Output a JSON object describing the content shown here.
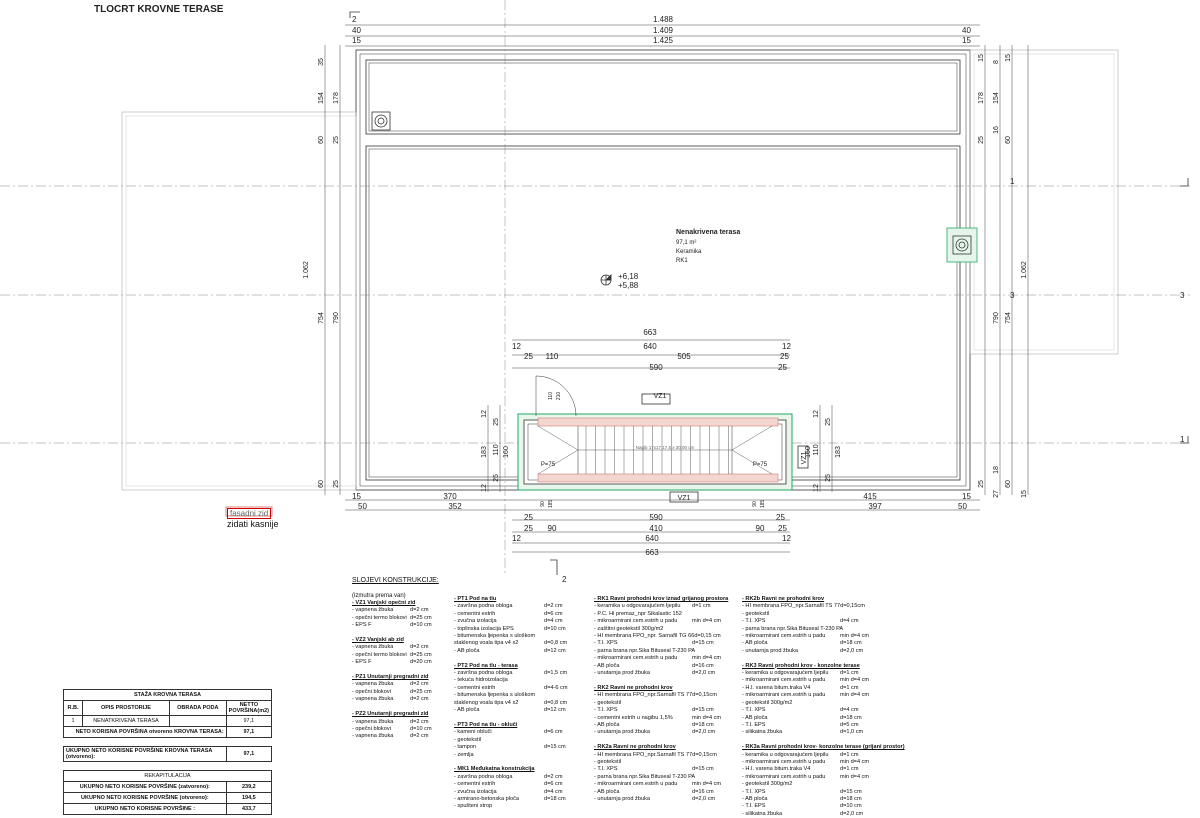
{
  "drawing_title": "TLOCRT KROVNE TERASE",
  "terrace_label": {
    "name": "Nenakrivena terasa",
    "area": "97,1 m²",
    "finish": "Keramika",
    "code": "RK1"
  },
  "elevations": [
    "+6,18",
    "+5,88"
  ],
  "openings": {
    "vz1_top": "VZ1",
    "vz1_bottom": "VZ1",
    "vz1_right": "VZ1",
    "p_left": "P=75",
    "p_right": "P=75",
    "stair_note": "Nagib 17x17\n17,5 x 30,00 cm"
  },
  "note": {
    "boxed": "fasadni zid",
    "text": "zidati kasnije"
  },
  "section_marks": [
    "1",
    "1",
    "2",
    "2",
    "3",
    "3"
  ],
  "dims_top": [
    "1.488",
    "1.409",
    "1.425",
    "40",
    "40",
    "15",
    "15"
  ],
  "dims_left": [
    "35",
    "154",
    "178",
    "60",
    "25",
    "1.062",
    "754",
    "790",
    "60",
    "25"
  ],
  "dims_right": [
    "15",
    "178",
    "154",
    "8",
    "15",
    "25",
    "16",
    "60",
    "1.062",
    "790",
    "754",
    "25",
    "18",
    "60",
    "27",
    "15"
  ],
  "dims_stair_top": [
    "663",
    "640",
    "12",
    "12",
    "25",
    "110",
    "505",
    "25",
    "590",
    "25"
  ],
  "dims_stair_bottom": [
    "25",
    "590",
    "25",
    "25",
    "90",
    "410",
    "90",
    "25",
    "12",
    "640",
    "12",
    "663"
  ],
  "dims_bottom": [
    "15",
    "370",
    "50",
    "352",
    "415",
    "15",
    "397",
    "50"
  ],
  "dims_stair_left": [
    "12",
    "25",
    "110",
    "183",
    "160",
    "25",
    "12"
  ],
  "dims_stair_right": [
    "12",
    "25",
    "110",
    "160",
    "183",
    "25",
    "12"
  ],
  "dims_small": [
    "110",
    "210",
    "90",
    "185",
    "90",
    "185"
  ],
  "layers": {
    "title": "SLOJEVI KONSTRUKCIJE:",
    "subtitle": "(izmutra prema van)",
    "columns": [
      [
        {
          "h": true,
          "n": "- VZ1 Vanjski opečni zid",
          "t": ""
        },
        {
          "n": "- vapnena žbuka",
          "t": "d=2 cm"
        },
        {
          "n": "- opečni termo blokovi",
          "t": "d=25 cm"
        },
        {
          "n": "- EPS F",
          "t": "d=10 cm"
        },
        {
          "n": "",
          "t": ""
        },
        {
          "h": true,
          "n": "- VZ2 Vanjski ab zid",
          "t": ""
        },
        {
          "n": "- vapnena žbuka",
          "t": "d=2 cm"
        },
        {
          "n": "- opečni termo blokovi",
          "t": "d=25 cm"
        },
        {
          "n": "- EPS F",
          "t": "d=20 cm"
        },
        {
          "n": "",
          "t": ""
        },
        {
          "h": true,
          "n": "- PZ1 Unutarnji pregradni zid",
          "t": ""
        },
        {
          "n": "- vapnena žbuka",
          "t": "d=2 cm"
        },
        {
          "n": "- opečni blokovi",
          "t": "d=25 cm"
        },
        {
          "n": "- vapnena žbuka",
          "t": "d=2 cm"
        },
        {
          "n": "",
          "t": ""
        },
        {
          "h": true,
          "n": "- PZ2 Unutarnji pregradni zid",
          "t": ""
        },
        {
          "n": "- vapnena žbuka",
          "t": "d=2 cm"
        },
        {
          "n": "- opečni blokovi",
          "t": "d=10 cm"
        },
        {
          "n": "- vapnena žbuka",
          "t": "d=2 cm"
        }
      ],
      [
        {
          "h": true,
          "n": "- PT1 Pod na tlu",
          "t": ""
        },
        {
          "n": "- završna podna obloga",
          "t": "d=2 cm"
        },
        {
          "n": "- cementni estrih",
          "t": "d=6 cm"
        },
        {
          "n": "- zvučna izolacija",
          "t": "d=4 cm"
        },
        {
          "n": "- toplinska izolacija EPS",
          "t": "d=10 cm"
        },
        {
          "n": "- bitumenska ljepenka s uloškom",
          "t": ""
        },
        {
          "n": "  staklenog voala tipa v4 x2",
          "t": "d=0,8 cm"
        },
        {
          "n": "- AB ploča",
          "t": "d=12 cm"
        },
        {
          "n": "",
          "t": ""
        },
        {
          "h": true,
          "n": "- PT2 Pod na tlu - terasa",
          "t": ""
        },
        {
          "n": "- završna podna obloga",
          "t": "d=1,5 cm"
        },
        {
          "n": "- tekuća hidroizolacija",
          "t": ""
        },
        {
          "n": "- cementni estrih",
          "t": "d=4-6 cm"
        },
        {
          "n": "- bitumenska ljepenka s uloškom",
          "t": ""
        },
        {
          "n": "  staklenog voala tipa v4 x2",
          "t": "d=0,8 cm"
        },
        {
          "n": "- AB ploča",
          "t": "d=12 cm"
        },
        {
          "n": "",
          "t": ""
        },
        {
          "h": true,
          "n": "- PT3 Pod na tlu - okluči",
          "t": ""
        },
        {
          "n": "- kameni obluči",
          "t": "d=6 cm"
        },
        {
          "n": "- geotekstil",
          "t": ""
        },
        {
          "n": "- tampon",
          "t": "d=15 cm"
        },
        {
          "n": "- zemlja",
          "t": ""
        },
        {
          "n": "",
          "t": ""
        },
        {
          "h": true,
          "n": "- MK1 Međukatna konstrukcija",
          "t": ""
        },
        {
          "n": "- završna podna obloga",
          "t": "d=2 cm"
        },
        {
          "n": "- cementni estrih",
          "t": "d=6 cm"
        },
        {
          "n": "- zvučna izolacija",
          "t": "d=4 cm"
        },
        {
          "n": "- armirano-betonska ploča",
          "t": "d=18 cm"
        },
        {
          "n": "- spušteni strop",
          "t": ""
        }
      ],
      [
        {
          "h": true,
          "n": "- RK1 Ravni prohodni krov iznad grijanog prostora",
          "t": ""
        },
        {
          "n": "- keramika u odgovarajućem ljepilu",
          "t": "d=1 cm"
        },
        {
          "n": "- P.C. Hi premaz_npr Sikalastic 152",
          "t": ""
        },
        {
          "n": "- mikroarmirani cem.estrih u padu",
          "t": "min d=4 cm"
        },
        {
          "n": "- zaštitni geotekstil 300g/m2",
          "t": ""
        },
        {
          "n": "- HI membrana FPO_npr. Sarnafil TG 66",
          "t": "d=0,15 cm"
        },
        {
          "n": "- T.I. XPS",
          "t": "d=15 cm"
        },
        {
          "n": "- parna brana npr.Sika Bituseal T-230 PA",
          "t": ""
        },
        {
          "n": "- mikroarmirani cem.estrih u padu",
          "t": "min d=4 cm"
        },
        {
          "n": "- AB ploča",
          "t": "d=16 cm"
        },
        {
          "n": "- unutarnja prod žbuka",
          "t": "d=2,0 cm"
        },
        {
          "n": "",
          "t": ""
        },
        {
          "h": true,
          "n": "- RK2 Ravni ne prohodni krov",
          "t": ""
        },
        {
          "n": "- HI membrana FPO_npr.Sarnafil TS 77",
          "t": "d=0,15cm"
        },
        {
          "n": "- geotekstil",
          "t": ""
        },
        {
          "n": "- T.I. XPS",
          "t": "d=15 cm"
        },
        {
          "n": "- cementni estrih u nagibu 1,5%",
          "t": "min d=4 cm"
        },
        {
          "n": "- AB ploča",
          "t": "d=18 cm"
        },
        {
          "n": "- unutarnja prod žbuka",
          "t": "d=2,0 cm"
        },
        {
          "n": "",
          "t": ""
        },
        {
          "h": true,
          "n": "- RK2a Ravni ne prohodni krov",
          "t": ""
        },
        {
          "n": "- HI membrana FPO_npr.Sarnafil TS 77",
          "t": "d=0,15cm"
        },
        {
          "n": "- geotekstil",
          "t": ""
        },
        {
          "n": "- T.I. XPS",
          "t": "d=15 cm"
        },
        {
          "n": "- parna brana npr.Sika Bituseal T-230 PA",
          "t": ""
        },
        {
          "n": "- mikroarmirani cem.estrih u padu",
          "t": "min d=4 cm"
        },
        {
          "n": "- AB ploča",
          "t": "d=16 cm"
        },
        {
          "n": "- unutarnja prod žbuka",
          "t": "d=2,0 cm"
        }
      ],
      [
        {
          "h": true,
          "n": "- RK2b Ravni ne prohodni krov",
          "t": ""
        },
        {
          "n": "- HI membrana FPO_npr.Sarnafil TS 77",
          "t": "d=0,15cm"
        },
        {
          "n": "- geotekstil",
          "t": ""
        },
        {
          "n": "- T.I. XPS",
          "t": "d=4 cm"
        },
        {
          "n": "- parna brana npr.Sika Bituseal T-230 PA",
          "t": ""
        },
        {
          "n": "- mikroarmirani cem.estrih u padu",
          "t": "min d=4 cm"
        },
        {
          "n": "- AB ploča",
          "t": "d=18 cm"
        },
        {
          "n": "- unutarnja prod žbuka",
          "t": "d=2,0 cm"
        },
        {
          "n": "",
          "t": ""
        },
        {
          "h": true,
          "n": "- RK3 Ravni prohodni krov - konzolne terase",
          "t": ""
        },
        {
          "n": "- keramika u odgovarajućem ljepilu",
          "t": "d=1 cm"
        },
        {
          "n": "- mikroarmirani cem.estrih u padu",
          "t": "min d=4 cm"
        },
        {
          "n": "- H.I. varena bitum.traka V4",
          "t": "d=1 cm"
        },
        {
          "n": "- mikroarmirani cem.estrih u padu",
          "t": "min d=4 cm"
        },
        {
          "n": "- geotekstil 300g/m2",
          "t": ""
        },
        {
          "n": "- T.I. XPS",
          "t": "d=4 cm"
        },
        {
          "n": "- AB ploča",
          "t": "d=18 cm"
        },
        {
          "n": "- T.I. EPS",
          "t": "d=5 cm"
        },
        {
          "n": "- silikatna žbuka",
          "t": "d=1,0 cm"
        },
        {
          "n": "",
          "t": ""
        },
        {
          "h": true,
          "n": "- RK3a Ravni prohodni krov- konzolne terase (grijani prostor)",
          "t": ""
        },
        {
          "n": "- keramika u odgovarajućem ljepilu",
          "t": "d=1 cm"
        },
        {
          "n": "- mikroarmirani cem.estrih u padu",
          "t": "min d=4 cm"
        },
        {
          "n": "- H.I. varena bitum.traka V4",
          "t": "d=1 cm"
        },
        {
          "n": "- mikroarmirani cem.estrih u padu",
          "t": "min d=4 cm"
        },
        {
          "n": "- geotekstil 300g/m2",
          "t": ""
        },
        {
          "n": "- T.I. XPS",
          "t": "d=15 cm"
        },
        {
          "n": "- AB ploča",
          "t": "d=18 cm"
        },
        {
          "n": "- T.I. EPS",
          "t": "d=10 cm"
        },
        {
          "n": "- silikatna žbuka",
          "t": "d=2,0 cm"
        }
      ]
    ]
  },
  "area_table": {
    "title": "STAŽA KROVNA TERASA",
    "headers": [
      "R.B.",
      "OPIS PROSTORIJE",
      "OBRADA PODA",
      "NETTO POVRŠINA(m2)"
    ],
    "rows": [
      [
        "1",
        "NENATKRIVENA TERASA",
        "",
        "97,1"
      ]
    ],
    "subtotal_label": "NETO KORISNA POVRŠINA otvoreno KROVNA TERASA:",
    "subtotal_value": "97,1",
    "total_label": "UKUPNO NETO KORISNE POVRŠINE KROVNA TERASA (otvoreno):",
    "total_value": "97,1",
    "recap_title": "REKAPITULACIJA",
    "recap": [
      {
        "label": "UKUPNO NETO KORISNE POVRŠINE   (zatvoreno):",
        "value": "239,2"
      },
      {
        "label": "UKUPNO NETO KORISNE POVRŠINE   (otvoreno):",
        "value": "194,5"
      },
      {
        "label": "UKUPNO NETO KORISNE POVRŠINE :",
        "value": "433,7"
      }
    ]
  }
}
